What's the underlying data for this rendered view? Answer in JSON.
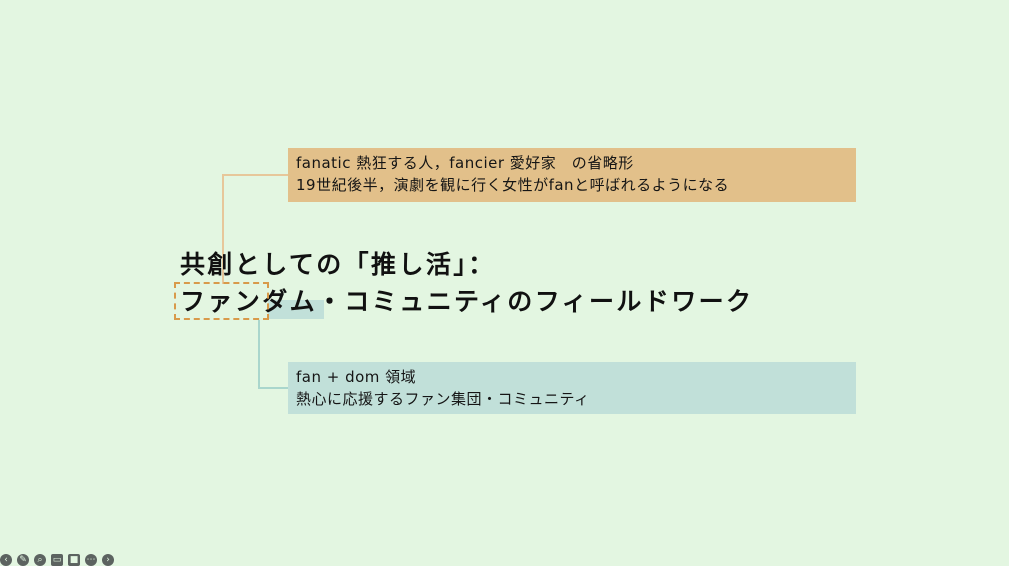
{
  "slide": {
    "title_line1": "共創としての「推し活」：",
    "title_line2": "ファンダム・コミュニティのフィールドワーク",
    "top_note": {
      "line1": "fanatic 熱狂する人，fancier 愛好家　の省略形",
      "line2": "19世紀後半，演劇を観に行く女性がfanと呼ばれるようになる"
    },
    "bottom_note": {
      "line1": "fan + dom 領域",
      "line2": "熱心に応援するファン集団・コミュニティ"
    },
    "colors": {
      "background": "#e3f6e1",
      "top_note_fill": "#e2c08a",
      "bottom_note_fill": "#c1e0d9",
      "dashed_frame": "#d89a4a"
    }
  },
  "controls": {
    "icons": [
      "arrow-left-icon",
      "pen-icon",
      "zoom-icon",
      "captions-icon",
      "video-icon",
      "more-icon",
      "arrow-right-icon"
    ]
  }
}
